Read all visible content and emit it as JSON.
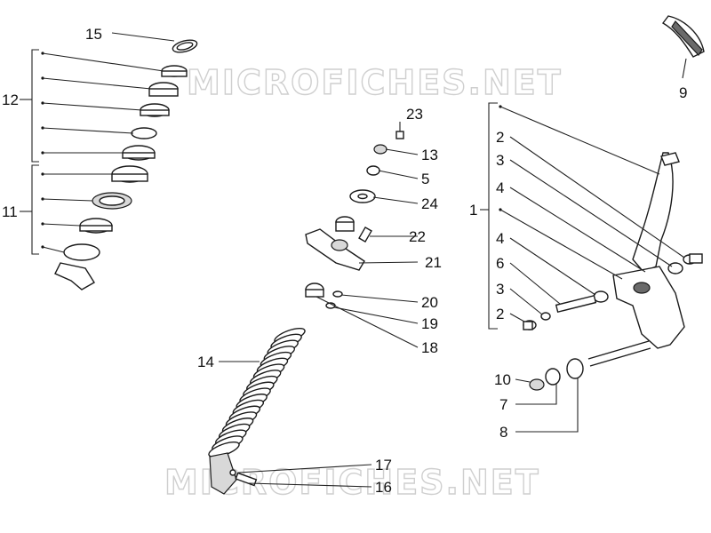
{
  "watermark": {
    "text_top": "MICROFICHES.NET",
    "text_bottom": "MICROFICHES.NET"
  },
  "callouts": [
    {
      "id": "15",
      "label": "15"
    },
    {
      "id": "12",
      "label": "12"
    },
    {
      "id": "11",
      "label": "11"
    },
    {
      "id": "23",
      "label": "23"
    },
    {
      "id": "13",
      "label": "13"
    },
    {
      "id": "5",
      "label": "5"
    },
    {
      "id": "24",
      "label": "24"
    },
    {
      "id": "22",
      "label": "22"
    },
    {
      "id": "21",
      "label": "21"
    },
    {
      "id": "20",
      "label": "20"
    },
    {
      "id": "19",
      "label": "19"
    },
    {
      "id": "18",
      "label": "18"
    },
    {
      "id": "14",
      "label": "14"
    },
    {
      "id": "17",
      "label": "17"
    },
    {
      "id": "16",
      "label": "16"
    },
    {
      "id": "9",
      "label": "9"
    },
    {
      "id": "1",
      "label": "1"
    },
    {
      "id": "2a",
      "label": "2"
    },
    {
      "id": "3a",
      "label": "3"
    },
    {
      "id": "4a",
      "label": "4"
    },
    {
      "id": "4b",
      "label": "4"
    },
    {
      "id": "6",
      "label": "6"
    },
    {
      "id": "3b",
      "label": "3"
    },
    {
      "id": "2b",
      "label": "2"
    },
    {
      "id": "10",
      "label": "10"
    },
    {
      "id": "7",
      "label": "7"
    },
    {
      "id": "8",
      "label": "8"
    }
  ]
}
